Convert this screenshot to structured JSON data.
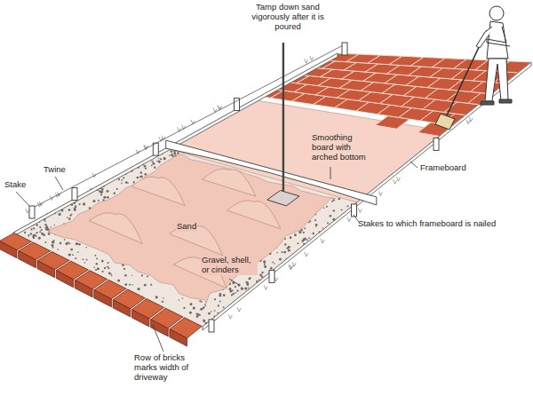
{
  "diagram": {
    "labels": [
      "Tamp down sand vigorously after it is poured",
      "Smoothing board with arched bottom",
      "Frameboard",
      "Stake",
      "Twine",
      "Sand",
      "Stakes to which frameboard is nailed",
      "Gravel, shell, or cinders",
      "Row of bricks marks width of driveway"
    ]
  }
}
